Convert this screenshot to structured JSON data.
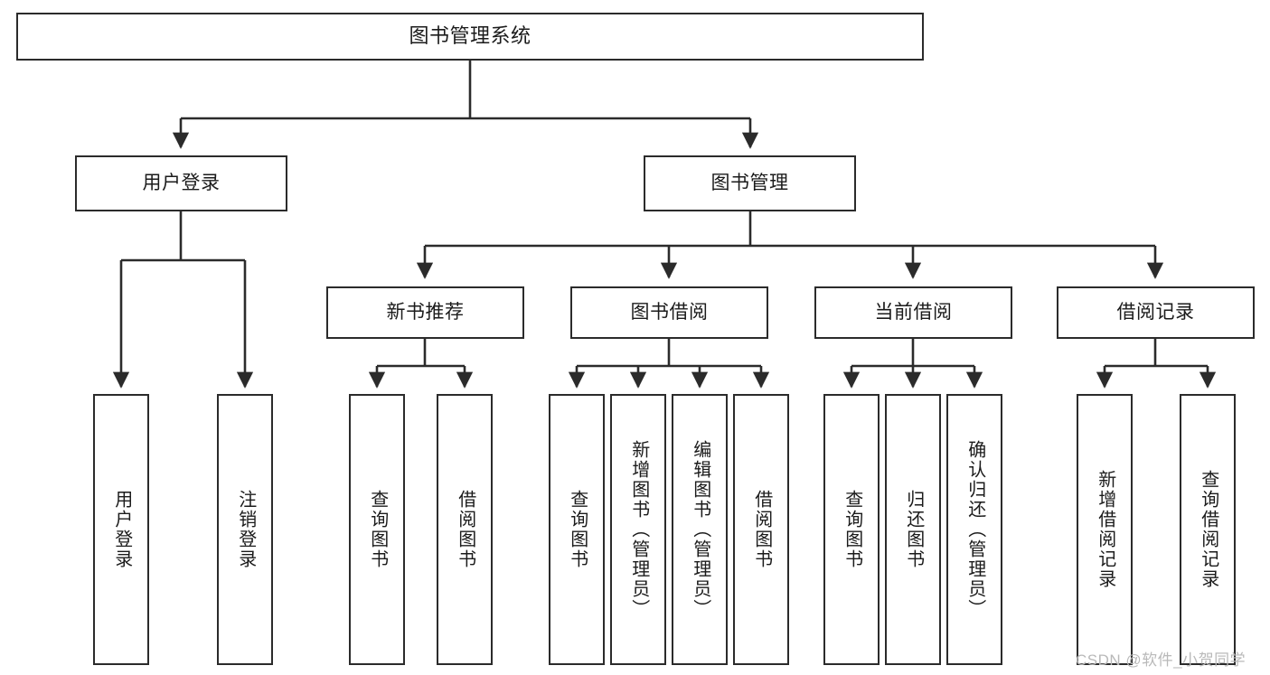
{
  "diagram": {
    "type": "hierarchy-tree",
    "title": "图书管理系统",
    "stroke_color": "#2b2b2b",
    "fill_color": "#ffffff",
    "text_color": "#1b1b1b",
    "levels": [
      {
        "level": 1,
        "nodes": [
          "图书管理系统"
        ]
      },
      {
        "level": 2,
        "nodes": [
          "用户登录",
          "图书管理"
        ]
      },
      {
        "level": 3,
        "nodes": [
          "新书推荐",
          "图书借阅",
          "当前借阅",
          "借阅记录"
        ]
      },
      {
        "level": 4,
        "nodes": [
          "用户登录",
          "注销登录",
          "查询图书",
          "借阅图书",
          "查询图书",
          "新增图书（管理员）",
          "编辑图书（管理员）",
          "借阅图书",
          "查询图书",
          "归还图书",
          "确认归还（管理员）",
          "新增借阅记录",
          "查询借阅记录"
        ]
      }
    ],
    "root": {
      "label": "图书管理系统"
    },
    "branch_user_login": {
      "label": "用户登录"
    },
    "branch_book_mgmt": {
      "label": "图书管理"
    },
    "groups": [
      {
        "label": "新书推荐",
        "children": [
          "查询图书",
          "借阅图书"
        ]
      },
      {
        "label": "图书借阅",
        "children": [
          "查询图书",
          "新增图书（管理员）",
          "编辑图书（管理员）",
          "借阅图书"
        ]
      },
      {
        "label": "当前借阅",
        "children": [
          "查询图书",
          "归还图书",
          "确认归还（管理员）"
        ]
      },
      {
        "label": "借阅记录",
        "children": [
          "新增借阅记录",
          "查询借阅记录"
        ]
      }
    ],
    "user_login_children": [
      "用户登录",
      "注销登录"
    ],
    "leaves": {
      "l1": "用户登录",
      "l2": "注销登录",
      "l3": "查询图书",
      "l4": "借阅图书",
      "l5": "查询图书",
      "l6": "新增图书（管理员）",
      "l7": "编辑图书（管理员）",
      "l8": "借阅图书",
      "l9": "查询图书",
      "l10": "归还图书",
      "l11": "确认归还（管理员）",
      "l12": "新增借阅记录",
      "l13": "查询借阅记录"
    },
    "mid": {
      "m1": "新书推荐",
      "m2": "图书借阅",
      "m3": "当前借阅",
      "m4": "借阅记录"
    }
  },
  "watermark": {
    "text": "CSDN @软件_小贺同学",
    "color": "#b9b9b9"
  }
}
